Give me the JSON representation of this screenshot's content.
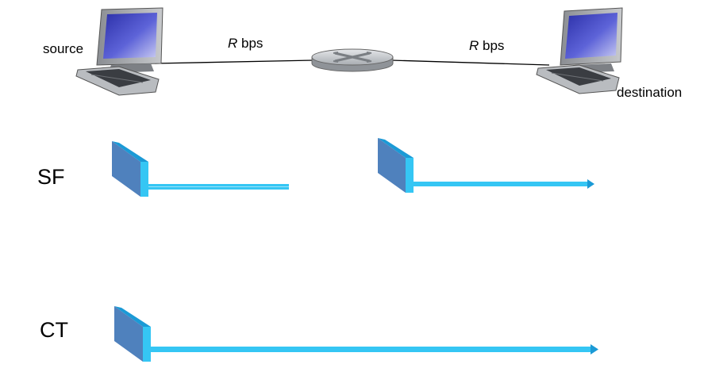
{
  "network": {
    "source_label": "source",
    "destination_label": "destination",
    "link1": {
      "var": "R",
      "unit": "bps"
    },
    "link2": {
      "var": "R",
      "unit": "bps"
    }
  },
  "rows": {
    "sf_label": "SF",
    "ct_label": "CT"
  },
  "colors": {
    "packet_front": "#4f81bd",
    "packet_edge": "#35c6f4",
    "packet_top": "#1b9ad6",
    "arrow": "#35c6f4",
    "wire": "#000000",
    "screen": "#3344bb"
  }
}
